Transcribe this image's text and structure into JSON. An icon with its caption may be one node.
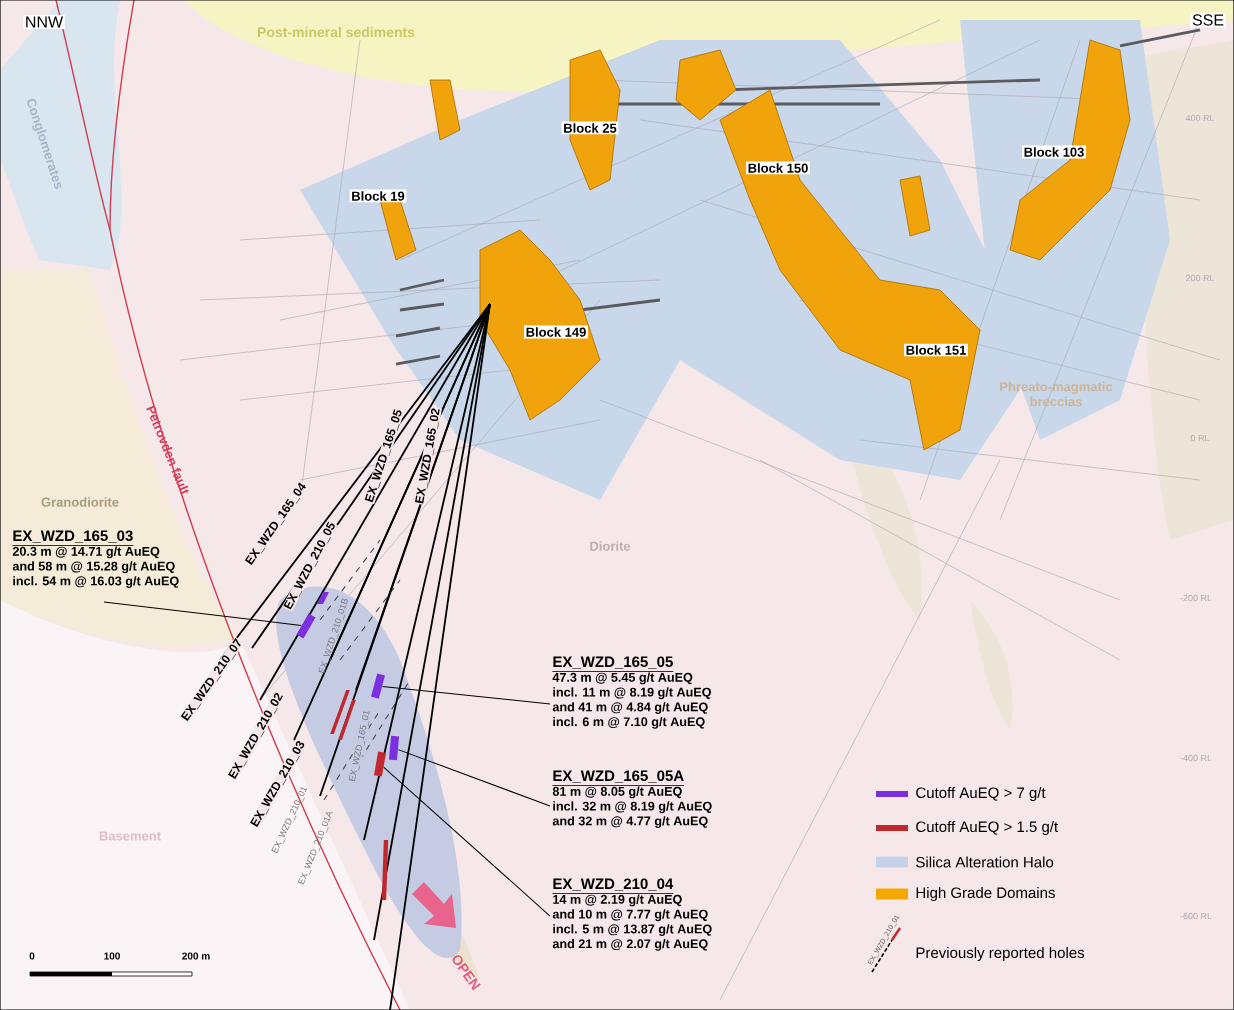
{
  "diagram": {
    "nodes": [
      {
        "text": [
          "EX_WZD_165_03",
          "20.3 m @ 14.71 g/t AuEQ",
          "and 58 m @ 15.28 g/t AuEQ",
          "incl. 54 m @ 16.03 g/t AuEQ"
        ]
      },
      {
        "text": [
          "EX_WZD_165_05",
          "47.3 m @ 5.45 g/t AuEQ",
          "incl. 11 m @ 8.19 g/t AuEQ",
          "and 41 m @ 4.84 g/t AuEQ",
          "incl. 6 m @ 7.10 g/t AuEQ"
        ]
      },
      {
        "text": [
          "EX_WZD_165_05A",
          "81 m @ 8.05 g/t AuEQ",
          "incl. 32 m @ 8.19 g/t AuEQ",
          "and 32 m @ 4.77 g/t AuEQ"
        ]
      },
      {
        "text": [
          "EX_WZD_210_04",
          "14 m @ 2.19 g/t AuEQ",
          "and 10 m @ 7.77 g/t AuEQ",
          "incl. 5 m @ 13.87 g/t AuEQ",
          "and 21 m @ 2.07 g/t AuEQ"
        ]
      },
      {
        "text": [],
        "shape": "bar"
      },
      {
        "text": [],
        "shape": "bar"
      },
      {
        "text": [],
        "shape": "bar"
      },
      {
        "text": [],
        "shape": "bar"
      }
    ],
    "edges": [
      {
        "from": 0,
        "to": 4,
        "arrow": "none"
      },
      {
        "from": 1,
        "to": 5,
        "arrow": "none"
      },
      {
        "from": 2,
        "to": 6,
        "arrow": "none"
      },
      {
        "from": 3,
        "to": 7,
        "arrow": "none"
      }
    ],
    "labels": [
      "NNW",
      "SSE",
      "Post-mineral sediments",
      "Conglomerates",
      "Block 25",
      "Block 19",
      "Block 150",
      "Block 103",
      "Block 149",
      "Block 151",
      "Phreato-magmatic breccias",
      "Petrovden fault",
      "Granodiorite",
      "Diorite",
      "Basement",
      "EX_WZD_165_04",
      "EX_WZD_210_05",
      "EX_WZD_165_05",
      "EX_WZD_165_02",
      "EX_WZD_210_07",
      "EX_WZD_210_02",
      "EX_WZD_210_03",
      "EX_WZD_210_01B",
      "EX_WZD_165_01",
      "EX_WZD_210_01",
      "EX_WZD_210_01A",
      "OPEN",
      "400 RL",
      "200 RL",
      "0 RL",
      "-200 RL",
      "-400 RL",
      "-600 RL",
      "0",
      "100",
      "200 m",
      "EX_WZD_210_01"
    ],
    "legend": [
      {
        "text": "Cutoff AuEQ > 7 g/t",
        "color": "#7b2fe0"
      },
      {
        "text": "Cutoff AuEQ > 1.5 g/t",
        "color": "#c0282d"
      },
      {
        "text": "Silica Alteration Halo",
        "color": "#c5d3ea"
      },
      {
        "text": "High Grade Domains",
        "color": "#f5a800"
      },
      {
        "text": "Previously reported holes"
      }
    ]
  }
}
